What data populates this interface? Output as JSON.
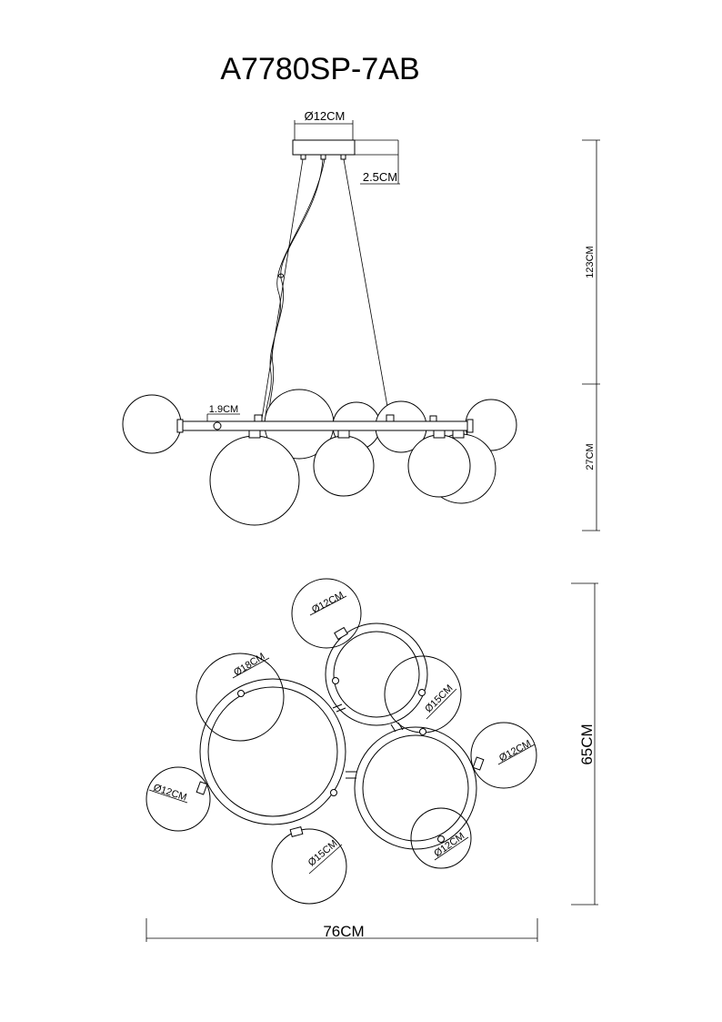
{
  "title": "A7780SP-7AB",
  "side_view": {
    "canopy_diameter": "Ø12CM",
    "canopy_height": "2.5CM",
    "cable_length": "123CM",
    "body_height": "27CM",
    "bar_diameter": "1.9CM"
  },
  "top_view": {
    "globe_labels": {
      "top_left_small": "Ø12CM",
      "large": "Ø18CM",
      "upper_right_medium": "Ø15CM",
      "right_small": "Ø12CM",
      "left_small": "Ø12CM",
      "bottom_medium": "Ø15CM",
      "bottom_right_small": "Ø12CM"
    },
    "depth": "65CM",
    "width": "76CM"
  }
}
